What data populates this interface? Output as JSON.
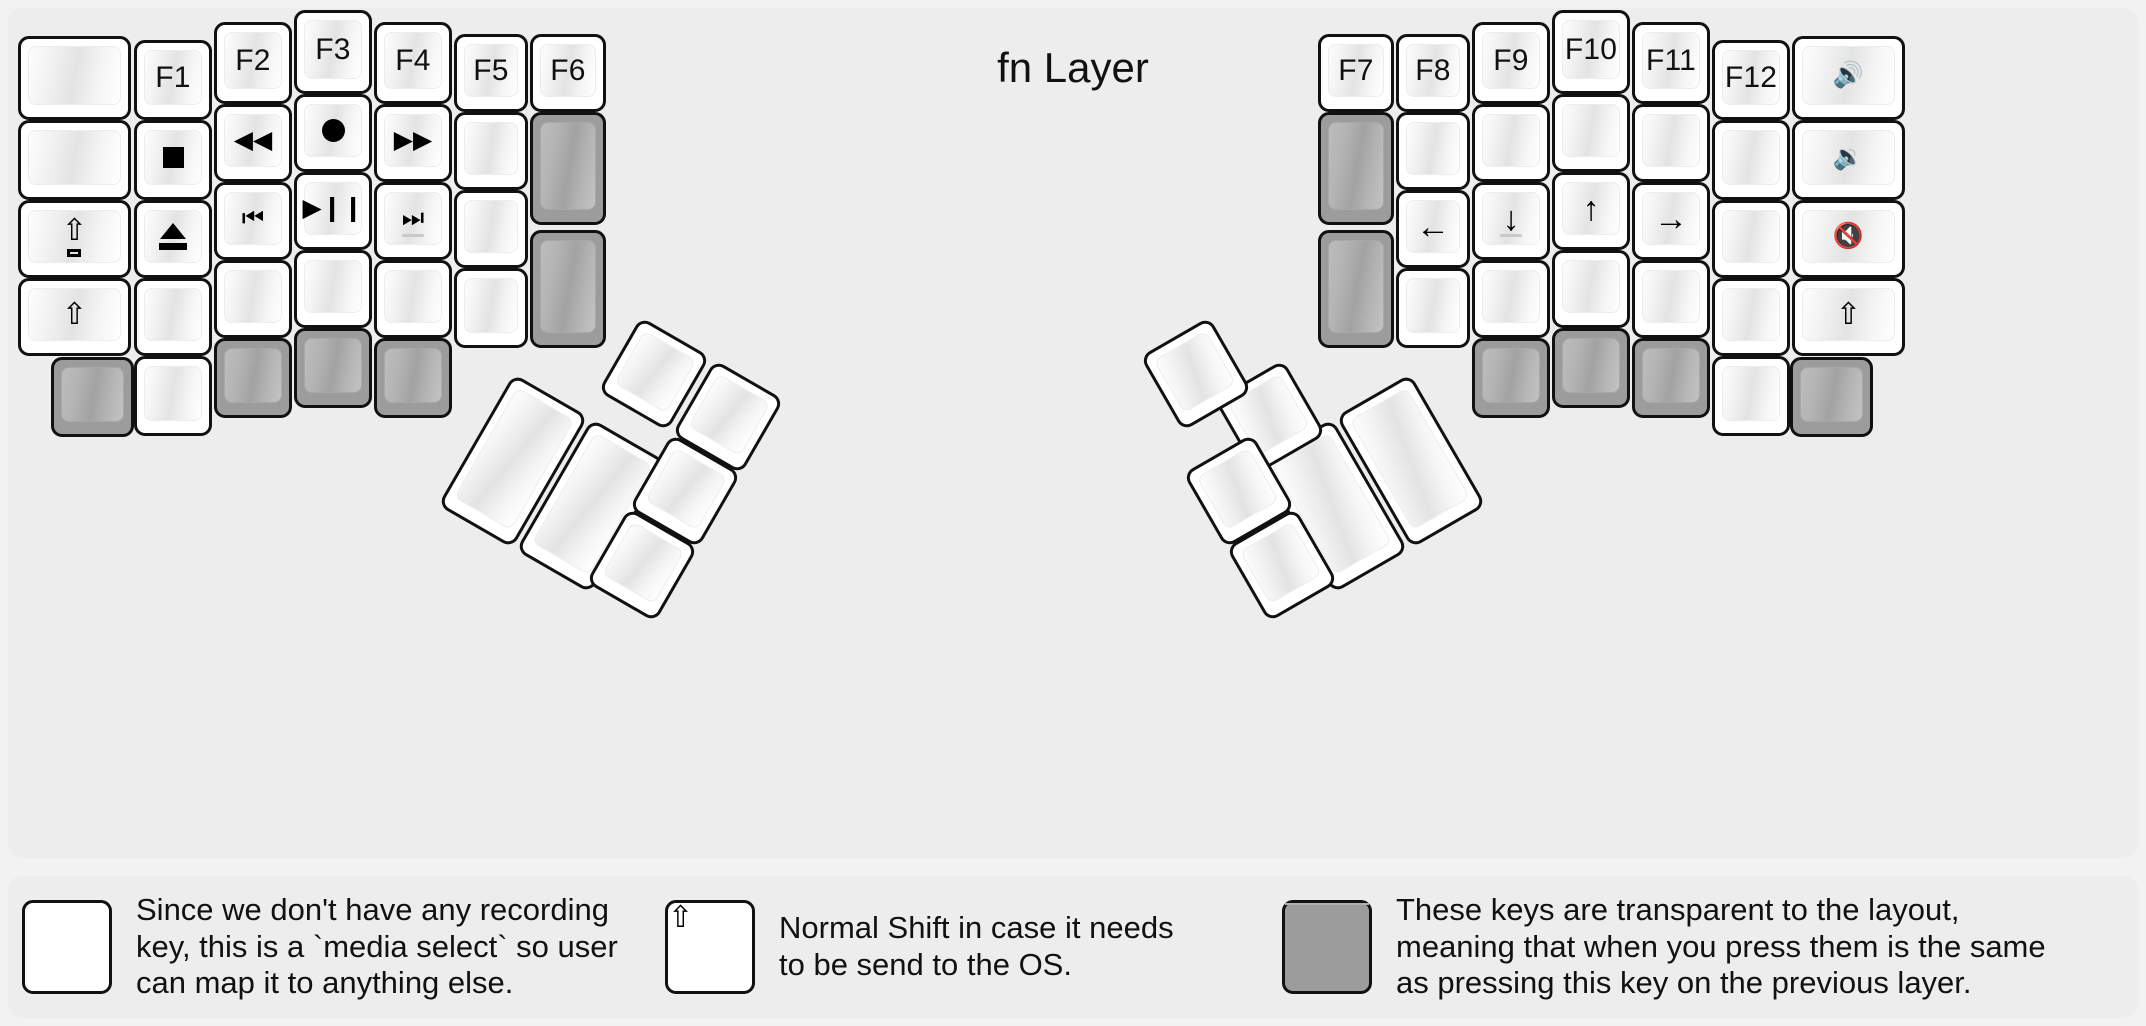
{
  "title": "fn Layer",
  "colors": {
    "background": "#f2f2f2",
    "panel": "#ededed",
    "key_face": "#ffffff",
    "key_border": "#111111",
    "transparent_key": "#9c9c9c"
  },
  "keyboard": {
    "name": "split-ergonomic-keyboard",
    "left_half": {
      "columns": [
        {
          "name": "pinky-outer",
          "keys": [
            {
              "label": "",
              "icon": "",
              "state": "normal"
            },
            {
              "label": "",
              "icon": "",
              "state": "normal"
            },
            {
              "label": "",
              "icon": "caps-lock-icon",
              "state": "normal"
            },
            {
              "label": "",
              "icon": "shift-icon",
              "state": "normal"
            },
            {
              "label": "",
              "icon": "",
              "state": "transparent"
            }
          ]
        },
        {
          "name": "pinky",
          "keys": [
            {
              "label": "F1",
              "icon": "",
              "state": "normal"
            },
            {
              "label": "",
              "icon": "media-stop-icon",
              "state": "normal"
            },
            {
              "label": "",
              "icon": "eject-icon",
              "state": "normal"
            },
            {
              "label": "",
              "icon": "",
              "state": "normal"
            },
            {
              "label": "",
              "icon": "",
              "state": "normal"
            }
          ]
        },
        {
          "name": "ring",
          "keys": [
            {
              "label": "F2",
              "icon": "",
              "state": "normal"
            },
            {
              "label": "",
              "icon": "media-rewind-icon",
              "state": "normal"
            },
            {
              "label": "",
              "icon": "media-previous-track-icon",
              "state": "normal"
            },
            {
              "label": "",
              "icon": "",
              "state": "normal"
            },
            {
              "label": "",
              "icon": "",
              "state": "transparent"
            }
          ]
        },
        {
          "name": "middle",
          "keys": [
            {
              "label": "F3",
              "icon": "",
              "state": "normal"
            },
            {
              "label": "",
              "icon": "media-record-icon",
              "state": "normal"
            },
            {
              "label": "",
              "icon": "media-play-pause-icon",
              "state": "normal"
            },
            {
              "label": "",
              "icon": "",
              "state": "normal"
            },
            {
              "label": "",
              "icon": "",
              "state": "transparent"
            }
          ]
        },
        {
          "name": "index",
          "keys": [
            {
              "label": "F4",
              "icon": "",
              "state": "normal"
            },
            {
              "label": "",
              "icon": "media-fast-forward-icon",
              "state": "normal"
            },
            {
              "label": "",
              "icon": "media-next-track-icon",
              "state": "normal"
            },
            {
              "label": "",
              "icon": "",
              "state": "normal"
            },
            {
              "label": "",
              "icon": "",
              "state": "transparent"
            }
          ]
        },
        {
          "name": "index-inner",
          "keys": [
            {
              "label": "F5",
              "icon": "",
              "state": "normal"
            },
            {
              "label": "",
              "icon": "",
              "state": "normal"
            },
            {
              "label": "",
              "icon": "",
              "state": "normal"
            },
            {
              "label": "",
              "icon": "",
              "state": "normal"
            }
          ]
        },
        {
          "name": "inner-extra",
          "keys": [
            {
              "label": "F6",
              "icon": "",
              "state": "normal"
            },
            {
              "label": "",
              "icon": "",
              "state": "transparent"
            },
            {
              "label": "",
              "icon": "",
              "state": "transparent"
            }
          ]
        }
      ],
      "thumb_cluster": [
        {
          "name": "thumb-big-1",
          "label": "",
          "icon": "",
          "state": "normal"
        },
        {
          "name": "thumb-big-2",
          "label": "",
          "icon": "",
          "state": "normal"
        },
        {
          "name": "thumb-small-1",
          "label": "",
          "icon": "",
          "state": "normal"
        },
        {
          "name": "thumb-small-2",
          "label": "",
          "icon": "",
          "state": "normal"
        },
        {
          "name": "thumb-small-3",
          "label": "",
          "icon": "",
          "state": "normal"
        },
        {
          "name": "thumb-small-4",
          "label": "",
          "icon": "",
          "state": "normal"
        }
      ]
    },
    "right_half": {
      "columns": [
        {
          "name": "inner-extra",
          "keys": [
            {
              "label": "F7",
              "icon": "",
              "state": "normal"
            },
            {
              "label": "",
              "icon": "",
              "state": "transparent"
            },
            {
              "label": "",
              "icon": "",
              "state": "transparent"
            }
          ]
        },
        {
          "name": "index-inner",
          "keys": [
            {
              "label": "F8",
              "icon": "",
              "state": "normal"
            },
            {
              "label": "",
              "icon": "",
              "state": "normal"
            },
            {
              "label": "",
              "icon": "arrow-left-icon",
              "state": "normal"
            },
            {
              "label": "",
              "icon": "",
              "state": "normal"
            }
          ]
        },
        {
          "name": "index",
          "keys": [
            {
              "label": "F9",
              "icon": "",
              "state": "normal"
            },
            {
              "label": "",
              "icon": "",
              "state": "normal"
            },
            {
              "label": "",
              "icon": "arrow-down-icon",
              "state": "normal"
            },
            {
              "label": "",
              "icon": "",
              "state": "normal"
            },
            {
              "label": "",
              "icon": "",
              "state": "transparent"
            }
          ]
        },
        {
          "name": "middle",
          "keys": [
            {
              "label": "F10",
              "icon": "",
              "state": "normal"
            },
            {
              "label": "",
              "icon": "",
              "state": "normal"
            },
            {
              "label": "",
              "icon": "arrow-up-icon",
              "state": "normal"
            },
            {
              "label": "",
              "icon": "",
              "state": "normal"
            },
            {
              "label": "",
              "icon": "",
              "state": "transparent"
            }
          ]
        },
        {
          "name": "ring",
          "keys": [
            {
              "label": "F11",
              "icon": "",
              "state": "normal"
            },
            {
              "label": "",
              "icon": "",
              "state": "normal"
            },
            {
              "label": "",
              "icon": "arrow-right-icon",
              "state": "normal"
            },
            {
              "label": "",
              "icon": "",
              "state": "normal"
            },
            {
              "label": "",
              "icon": "",
              "state": "transparent"
            }
          ]
        },
        {
          "name": "pinky",
          "keys": [
            {
              "label": "F12",
              "icon": "",
              "state": "normal"
            },
            {
              "label": "",
              "icon": "",
              "state": "normal"
            },
            {
              "label": "",
              "icon": "",
              "state": "normal"
            },
            {
              "label": "",
              "icon": "",
              "state": "normal"
            },
            {
              "label": "",
              "icon": "",
              "state": "normal"
            }
          ]
        },
        {
          "name": "pinky-outer",
          "keys": [
            {
              "label": "",
              "icon": "volume-up-icon",
              "state": "normal"
            },
            {
              "label": "",
              "icon": "volume-down-icon",
              "state": "normal"
            },
            {
              "label": "",
              "icon": "volume-mute-icon",
              "state": "normal"
            },
            {
              "label": "",
              "icon": "shift-icon",
              "state": "normal"
            },
            {
              "label": "",
              "icon": "",
              "state": "transparent"
            }
          ]
        }
      ],
      "thumb_cluster": [
        {
          "name": "thumb-big-1",
          "label": "",
          "icon": "",
          "state": "normal"
        },
        {
          "name": "thumb-big-2",
          "label": "",
          "icon": "",
          "state": "normal"
        },
        {
          "name": "thumb-small-1",
          "label": "",
          "icon": "",
          "state": "normal"
        },
        {
          "name": "thumb-small-2",
          "label": "",
          "icon": "",
          "state": "normal"
        },
        {
          "name": "thumb-small-3",
          "label": "",
          "icon": "",
          "state": "normal"
        },
        {
          "name": "thumb-small-4",
          "label": "",
          "icon": "",
          "state": "normal"
        }
      ]
    }
  },
  "legend": [
    {
      "key_icon": "media-record-icon",
      "key_state": "normal",
      "text": "Since we don't have any recording\nkey, this is a `media select` so user\ncan map it to anything else."
    },
    {
      "key_icon": "shift-icon",
      "key_state": "normal",
      "text": "Normal Shift in case it needs\nto be send to the OS."
    },
    {
      "key_icon": "",
      "key_state": "transparent",
      "text": "These keys are transparent to the layout,\nmeaning that when you press them is the same\nas pressing this key on the previous layer."
    }
  ]
}
